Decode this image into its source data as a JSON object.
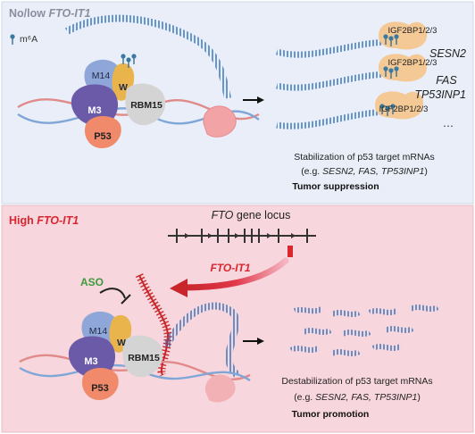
{
  "top_panel": {
    "title_prefix": "No/low ",
    "title_gene": "FTO-IT1",
    "legend_label": "m⁶A",
    "complex": {
      "m14": "M14",
      "w": "W",
      "m3": "M3",
      "rbm15": "RBM15",
      "p53": "P53"
    },
    "reader_labels": [
      "IGF2BP1/2/3",
      "IGF2BP1/2/3",
      "IGF2BP1/2/3"
    ],
    "targets": [
      "SESN2",
      "FAS",
      "TP53INP1",
      "…"
    ],
    "caption_line1": "Stabilization of p53 target mRNAs",
    "caption_eg_prefix": "(e.g. ",
    "caption_eg_genes": "SESN2, FAS, TP53INP1",
    "caption_eg_suffix": ")",
    "caption_outcome": "Tumor suppression"
  },
  "bottom_panel": {
    "title_prefix": "High ",
    "title_gene": "FTO-IT1",
    "locus_gene": "FTO",
    "locus_suffix": " gene locus",
    "lnc_label": "FTO-IT1",
    "aso_label": "ASO",
    "complex": {
      "m14": "M14",
      "w": "W",
      "m3": "M3",
      "rbm15": "RBM15",
      "p53": "P53"
    },
    "caption_line1": "Destabilization of p53 target mRNAs",
    "caption_eg_prefix": "(e.g. ",
    "caption_eg_genes": "SESN2, FAS, TP53INP1",
    "caption_eg_suffix": ")",
    "caption_outcome": "Tumor promotion"
  },
  "colors": {
    "top_bg": "#e9eef8",
    "bottom_bg": "#f7d6dd",
    "rna_blue": "#2f6fb5",
    "lnc_red": "#c8262b",
    "aso_green": "#3c9a3c",
    "m14": "#8fa6d8",
    "w": "#e9b44c",
    "m3": "#6a5aa8",
    "rbm15": "#d4d4d4",
    "p53": "#f08a6a",
    "reader": "#f5c995"
  }
}
